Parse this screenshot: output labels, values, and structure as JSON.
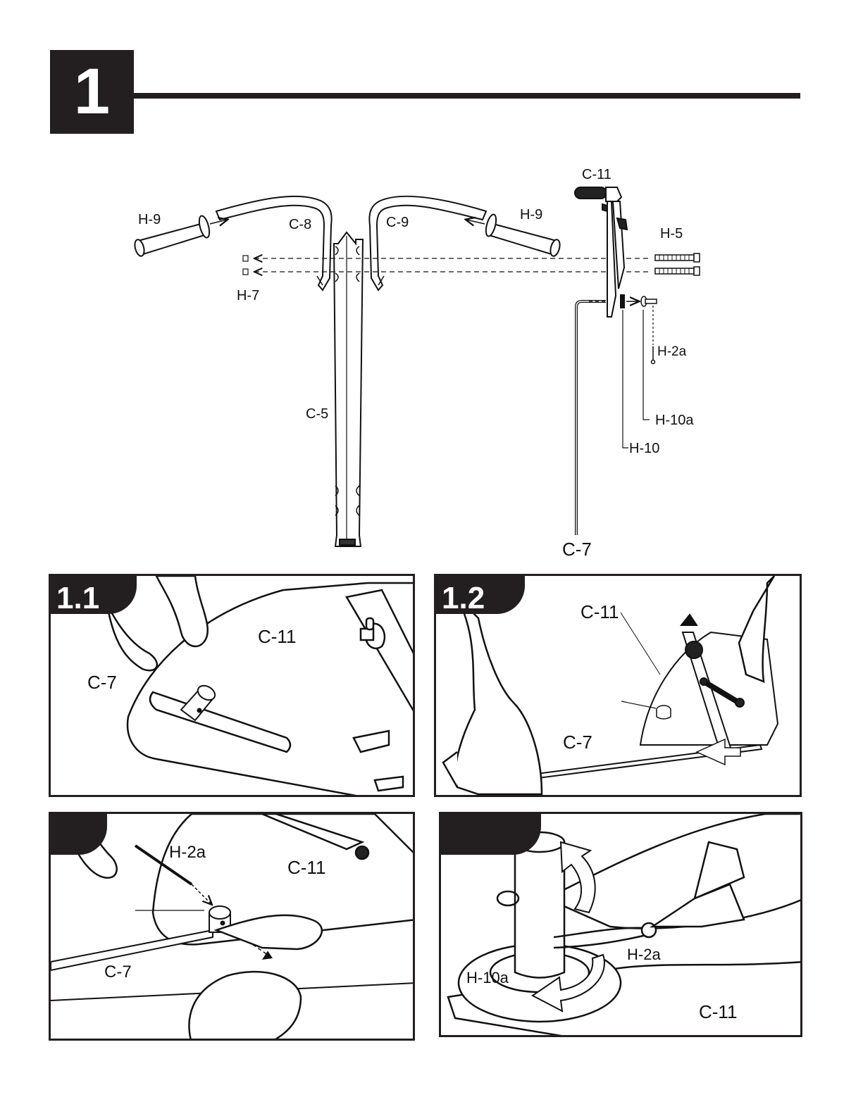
{
  "step": {
    "number": "1"
  },
  "overview": {
    "labels": {
      "h9_left": "H-9",
      "c8": "C-8",
      "c9": "C-9",
      "h9_right": "H-9",
      "c11": "C-11",
      "h5": "H-5",
      "h7": "H-7",
      "h2a": "H-2a",
      "c5": "C-5",
      "h10a": "H-10a",
      "h10": "H-10",
      "c7": "C-7"
    }
  },
  "panels": [
    {
      "id": "1.1",
      "tag": "1.1",
      "labels": {
        "c11": "C-11",
        "c7": "C-7"
      }
    },
    {
      "id": "1.2",
      "tag": "1.2",
      "labels": {
        "c11": "C-11",
        "c7": "C-7"
      }
    },
    {
      "id": "1.3",
      "tag": "",
      "labels": {
        "h2a": "H-2a",
        "c11": "C-11",
        "c7": "C-7"
      }
    },
    {
      "id": "1.4",
      "tag": "",
      "labels": {
        "h10a": "H-10a",
        "h2a": "H-2a",
        "c11": "C-11"
      }
    }
  ]
}
